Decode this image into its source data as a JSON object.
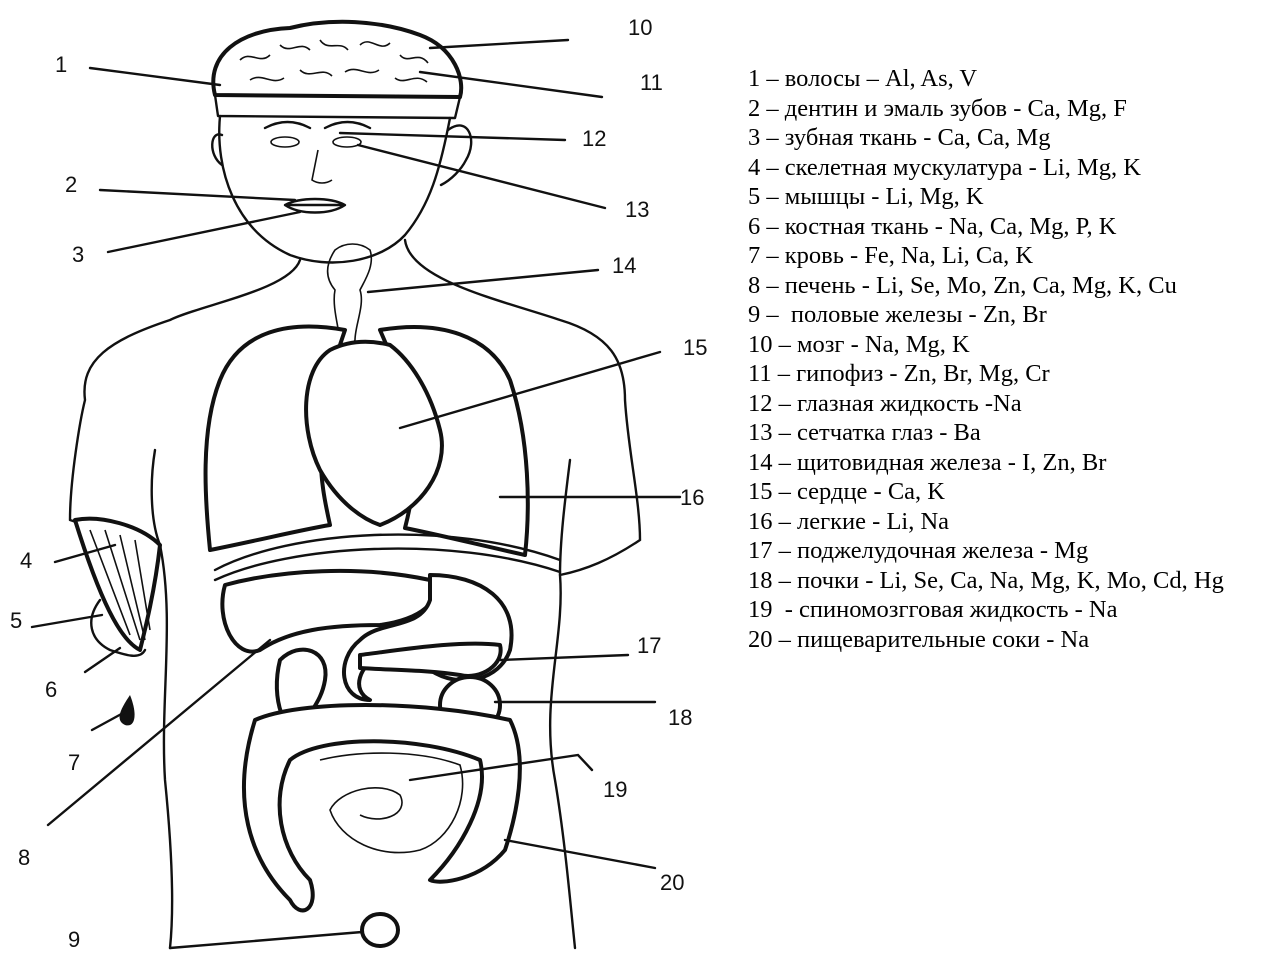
{
  "callouts": [
    {
      "n": "1"
    },
    {
      "n": "2"
    },
    {
      "n": "3"
    },
    {
      "n": "4"
    },
    {
      "n": "5"
    },
    {
      "n": "6"
    },
    {
      "n": "7"
    },
    {
      "n": "8"
    },
    {
      "n": "9"
    },
    {
      "n": "10"
    },
    {
      "n": "11"
    },
    {
      "n": "12"
    },
    {
      "n": "13"
    },
    {
      "n": "14"
    },
    {
      "n": "15"
    },
    {
      "n": "16"
    },
    {
      "n": "17"
    },
    {
      "n": "18"
    },
    {
      "n": "19"
    },
    {
      "n": "20"
    }
  ],
  "legend": [
    "1 – волосы – Al, As, V",
    "2 – дентин и эмаль зубов - Ca, Mg, F",
    "3 – зубная ткань - Ca, Ca, Mg",
    "4 – скелетная мускулатура - Li, Mg, K",
    "5 – мышцы - Li, Mg, K",
    "6 – костная ткань - Na, Ca, Mg, P, K",
    "7 – кровь - Fe, Na, Li, Ca, K",
    "8 – печень - Li, Se, Mo, Zn, Ca, Mg, K, Cu",
    "9 –  половые железы - Zn, Br",
    "10 – мозг - Na, Mg, K",
    "11 – гипофиз - Zn, Br, Mg, Cr",
    "12 – глазная жидкость -Na",
    "13 – сетчатка глаз - Ba",
    "14 – щитовидная железа - I, Zn, Br",
    "15 – сердце - Ca, K",
    "16 – легкие - Li, Na",
    "17 – поджелудочная железа - Mg",
    "18 – почки - Li, Se, Ca, Na, Mg, K, Mo, Cd, Hg",
    "19  - спиномозгговая жидкость - Na",
    "20 – пищеварительные соки - Na"
  ]
}
